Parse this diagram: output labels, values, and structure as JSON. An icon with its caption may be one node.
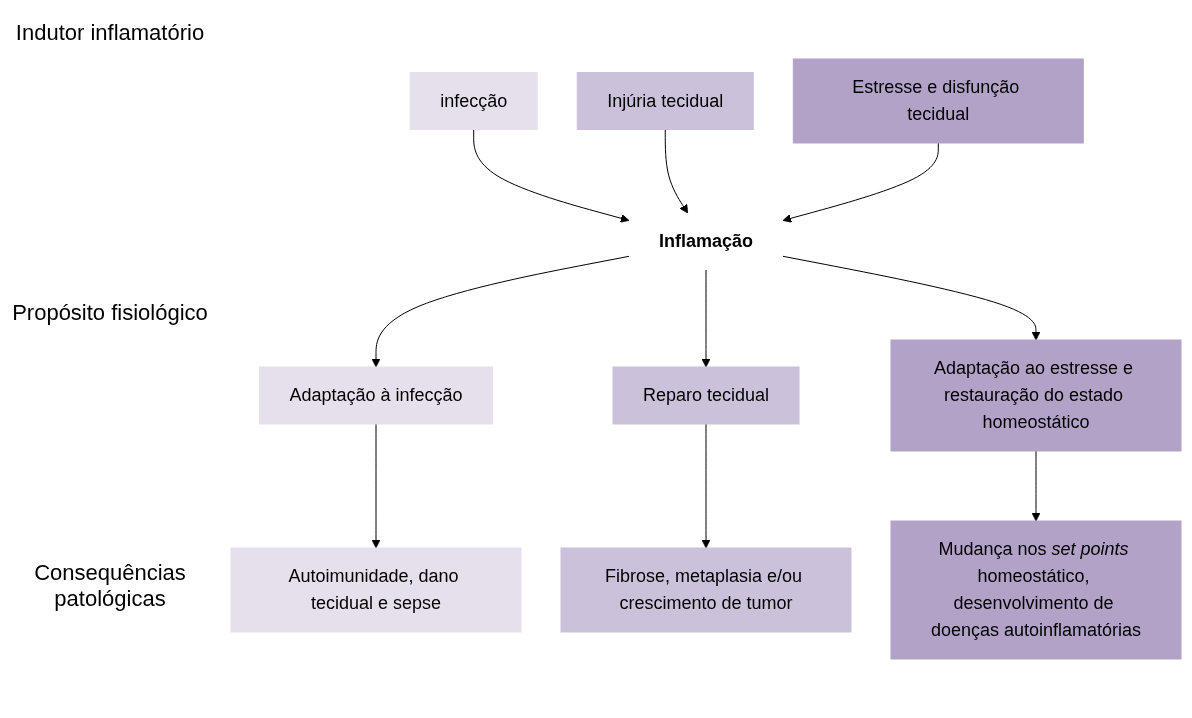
{
  "diagram": {
    "nodes": [
      {
        "text": [
          "infecção"
        ]
      },
      {
        "text": [
          "Injúria tecidual"
        ]
      },
      {
        "text": [
          "Estresse e disfunção tecidual"
        ]
      },
      {
        "text": [
          "Inflamação"
        ]
      },
      {
        "text": [
          "Adaptação à infecção"
        ]
      },
      {
        "text": [
          "Reparo tecidual"
        ]
      },
      {
        "text": [
          "Adaptação ao estresse e restauração do estado homeostático"
        ]
      },
      {
        "text": [
          "Autoimunidade, dano tecidual e sepse"
        ]
      },
      {
        "text": [
          "Fibrose, metaplasia e/ou crescimento de tumor"
        ]
      },
      {
        "text": [
          "Mudança nos *set points* homeostático, desenvolvimento de doenças autoinflamatórias"
        ]
      }
    ],
    "edges": [
      {
        "from": 0,
        "to": 3,
        "arrow": "to"
      },
      {
        "from": 1,
        "to": 3,
        "arrow": "to"
      },
      {
        "from": 2,
        "to": 3,
        "arrow": "to"
      },
      {
        "from": 3,
        "to": 4,
        "arrow": "to"
      },
      {
        "from": 3,
        "to": 5,
        "arrow": "to"
      },
      {
        "from": 3,
        "to": 6,
        "arrow": "to"
      },
      {
        "from": 4,
        "to": 7,
        "arrow": "to"
      },
      {
        "from": 5,
        "to": 8,
        "arrow": "to"
      },
      {
        "from": 6,
        "to": 9,
        "arrow": "to"
      }
    ],
    "labels": [
      "Indutor inflamatório",
      "Propósito fisiológico",
      "Consequências patológicas"
    ]
  }
}
